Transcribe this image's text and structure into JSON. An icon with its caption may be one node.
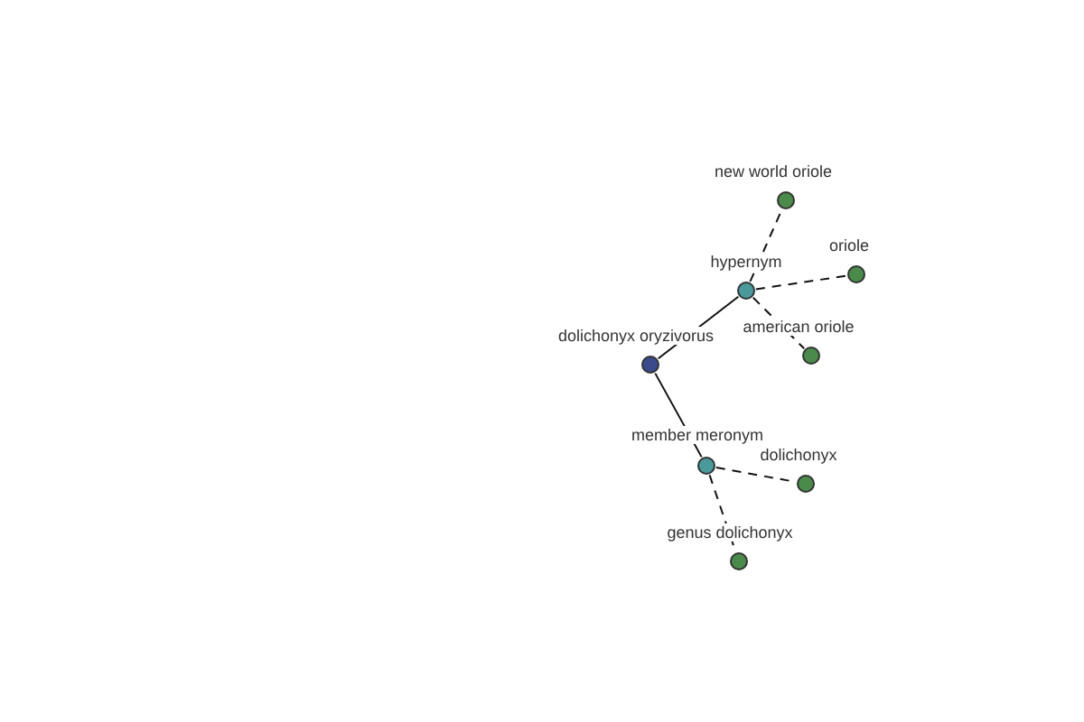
{
  "diagram": {
    "nodes": [
      {
        "text": [
          "dolichonyx oryzivorus"
        ]
      },
      {
        "text": [
          "hypernym"
        ]
      },
      {
        "text": [
          "new world oriole"
        ]
      },
      {
        "text": [
          "oriole"
        ]
      },
      {
        "text": [
          "american oriole"
        ]
      },
      {
        "text": [
          "member meronym"
        ]
      },
      {
        "text": [
          "dolichonyx"
        ]
      },
      {
        "text": [
          "genus dolichonyx"
        ]
      }
    ],
    "edges": [
      {
        "from": 0,
        "to": 1,
        "arrow": "none"
      },
      {
        "from": 0,
        "to": 5,
        "arrow": "none"
      },
      {
        "from": 1,
        "to": 2,
        "arrow": "none",
        "style": "dashed"
      },
      {
        "from": 1,
        "to": 3,
        "arrow": "none",
        "style": "dashed"
      },
      {
        "from": 1,
        "to": 4,
        "arrow": "none",
        "style": "dashed"
      },
      {
        "from": 5,
        "to": 6,
        "arrow": "none",
        "style": "dashed"
      },
      {
        "from": 5,
        "to": 7,
        "arrow": "none",
        "style": "dashed"
      }
    ]
  }
}
